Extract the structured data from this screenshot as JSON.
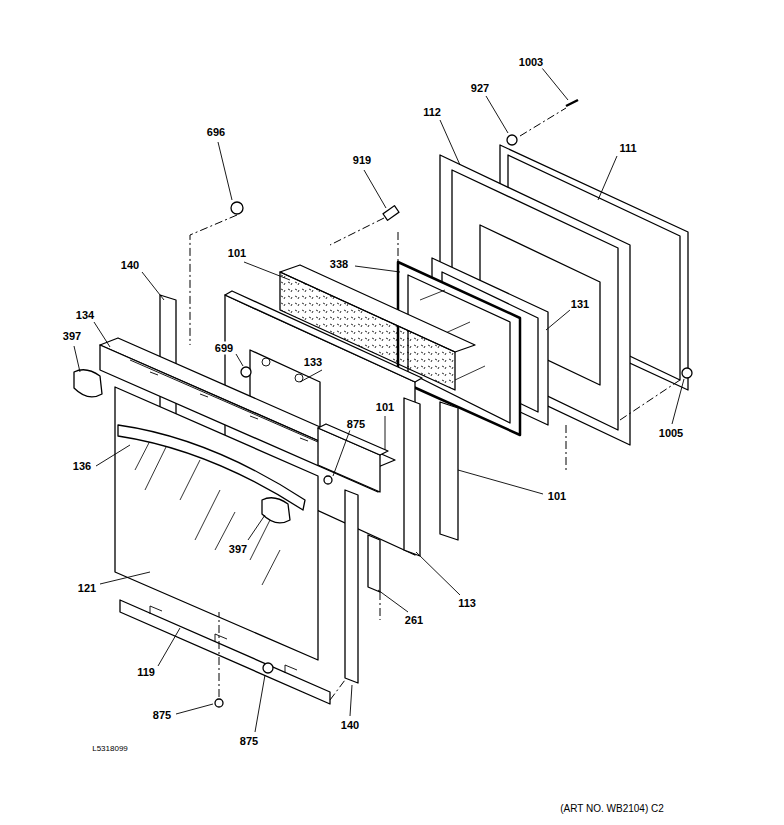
{
  "diagram": {
    "labels": [
      "1003",
      "927",
      "112",
      "696",
      "111",
      "919",
      "140",
      "101",
      "338",
      "134",
      "397",
      "131",
      "699",
      "133",
      "101",
      "875",
      "1005",
      "136",
      "101",
      "397",
      "121",
      "113",
      "261",
      "119",
      "875",
      "875",
      "140",
      "L5318099",
      "(ART NO. WB2104) C2"
    ]
  }
}
